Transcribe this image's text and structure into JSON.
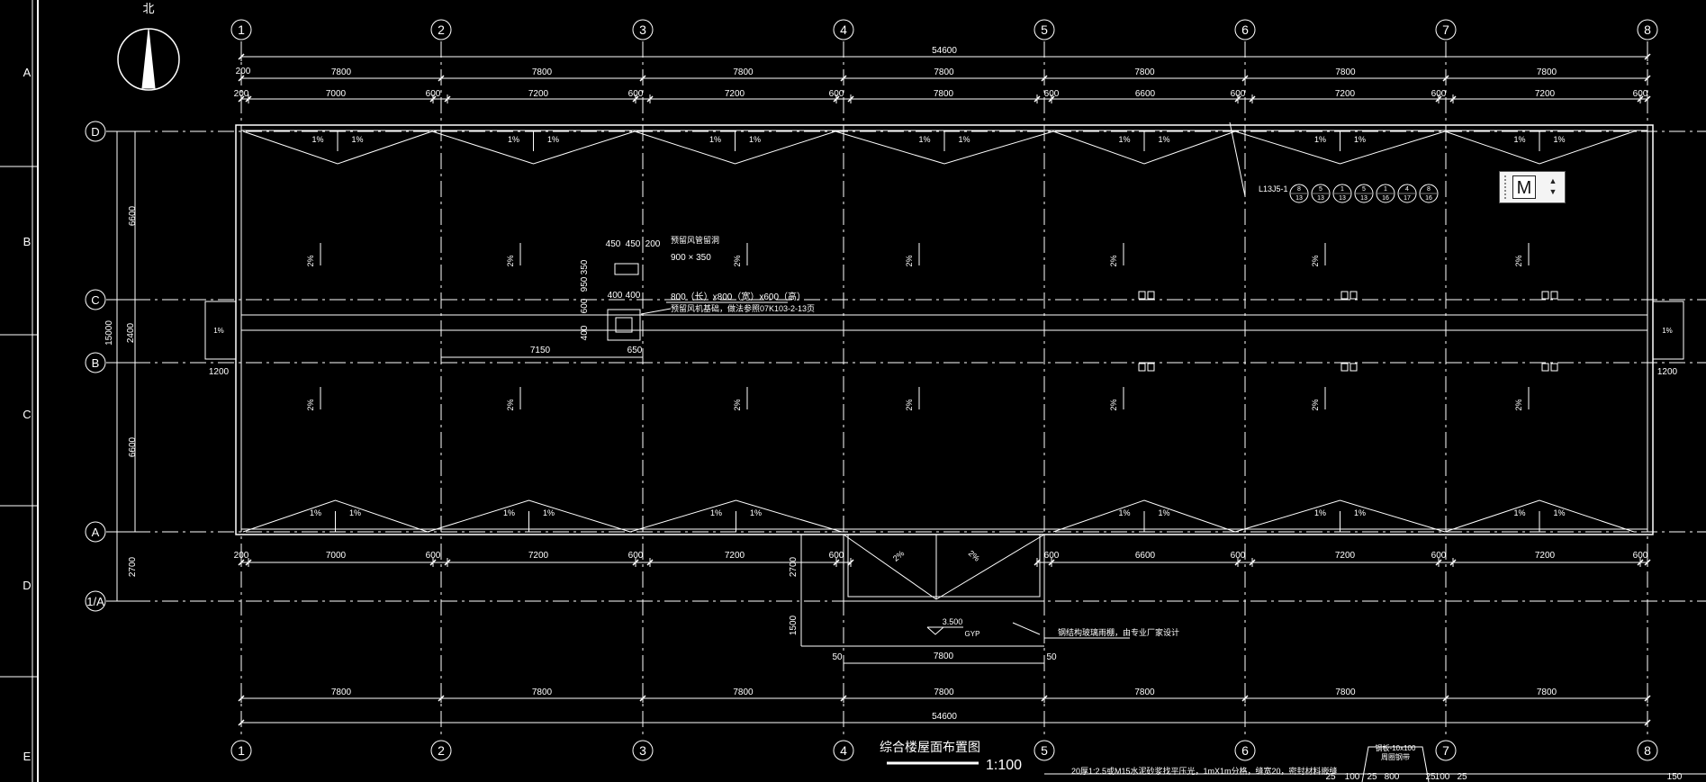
{
  "drawing": {
    "north_label": "北",
    "row_labels": [
      "A",
      "B",
      "C",
      "D",
      "E"
    ],
    "top_grid_labels": [
      "1",
      "2",
      "3",
      "4",
      "5",
      "6",
      "7",
      "8"
    ],
    "bottom_grid_labels": [
      "1",
      "2",
      "3",
      "4",
      "5",
      "6",
      "7",
      "8"
    ],
    "axis_labels": [
      "D",
      "C",
      "B",
      "A",
      "1/A"
    ],
    "overall_dim_top": "54600",
    "overall_dim_bottom": "54600",
    "bay_dims_top": [
      "7800",
      "7800",
      "7800",
      "7800",
      "7800",
      "7800",
      "7800"
    ],
    "bay_dims_bottom": [
      "7800",
      "7800",
      "7800",
      "7800",
      "7800",
      "7800",
      "7800"
    ],
    "inner_dims_top": [
      "200",
      "7000",
      "600",
      "7200",
      "600",
      "7200",
      "600",
      "7800",
      "600",
      "6600",
      "600",
      "7200",
      "600",
      "7200",
      "600"
    ],
    "inner_dims_lower": [
      "200",
      "7000",
      "600",
      "7200",
      "600",
      "7200",
      "600",
      "600",
      "6600",
      "600",
      "7200",
      "600",
      "7200",
      "600"
    ],
    "left_dims": [
      "6600",
      "15000",
      "2400",
      "6600",
      "2700"
    ],
    "side_dim": "1200",
    "slope_1pct": "1%",
    "slope_2pct": "2%",
    "detail_dims": [
      "450",
      "450",
      "200",
      "400",
      "400",
      "600",
      "950",
      "350",
      "400",
      "650"
    ],
    "detail_note_1": "预留风管留洞",
    "detail_note_2": "900 × 350",
    "detail_note_3": "800（长）x800（宽）x600（高）",
    "detail_note_4": "预留风机基础，做法参照07K103-2-13页",
    "dim_7150": "7150",
    "drain_note": "L13J5-1",
    "drain_circles": [
      "8/13",
      "5/13",
      "1/13",
      "5/13",
      "1/16",
      "4/17",
      "8/16"
    ],
    "entry_dims": [
      "2700",
      "1500",
      "7800",
      "50",
      "50"
    ],
    "elev_value": "3.500",
    "elev_sub": "GYP",
    "canopy_note": "钢结构玻璃雨棚，由专业厂家设计",
    "title": "综合楼屋面布置图",
    "scale": "1:100",
    "bottom_note": "20厚1:2.5或M15水泥砂浆找平压光，1mX1m分格，缝宽20，密封材料嵌缝",
    "gutter_label": "钢板-10x100",
    "gutter_label_2": "周圈钢带",
    "bottom_small_dims": [
      "25",
      "100",
      "25",
      "800",
      "25",
      "100",
      "25",
      "150"
    ],
    "floating_button": "M"
  }
}
